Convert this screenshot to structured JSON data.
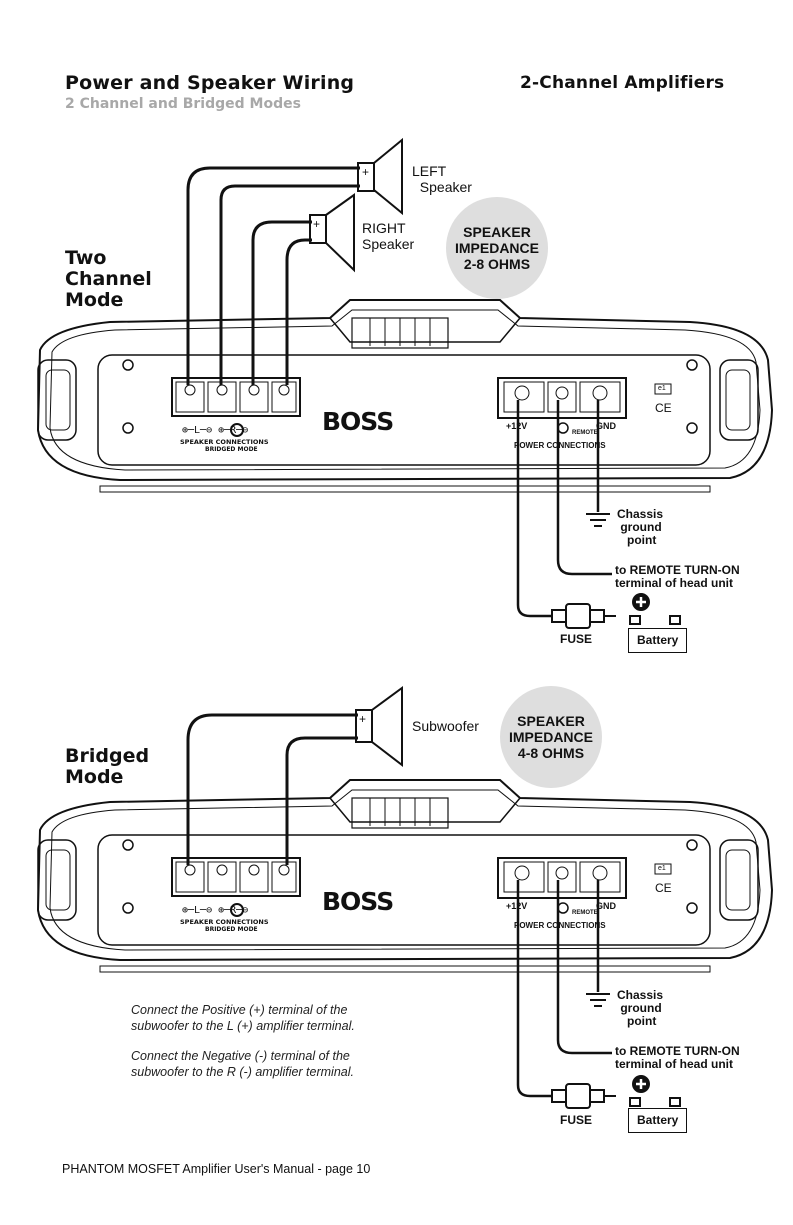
{
  "header": {
    "title": "Power and Speaker Wiring",
    "subtitle": "2 Channel and Bridged Modes",
    "right_title": "2-Channel Amplifiers"
  },
  "two_channel": {
    "mode_label": "Two\nChannel\nMode",
    "left_speaker": "LEFT\n  Speaker",
    "right_speaker": "RIGHT\nSpeaker",
    "impedance": "SPEAKER\nIMPEDANCE\n2-8 OHMS"
  },
  "bridged": {
    "mode_label": "Bridged\nMode",
    "speaker": "Subwoofer",
    "impedance": "SPEAKER\nIMPEDANCE\n4-8 OHMS",
    "note_1": "Connect the Positive (+) terminal of the\nsubwoofer to the L (+) amplifier terminal.",
    "note_2": "Connect the Negative (-) terminal of the\nsubwoofer to the R (-) amplifier terminal."
  },
  "amplifier": {
    "brand": "BOSS",
    "speaker_terminal_signs": "⊕─L─⊖  ⊕─R─⊖",
    "speaker_connections": "SPEAKER CONNECTIONS",
    "bridged_mode": "BRIDGED MODE",
    "plus12v": "+12V",
    "remote": "REMOTE",
    "gnd": "GND",
    "power_connections": "POWER CONNECTIONS",
    "cert_badge": "e1",
    "ce_mark": "CE"
  },
  "power": {
    "chassis": "Chassis\n ground\n   point",
    "remote_turn_on": "to REMOTE TURN-ON\nterminal of head unit",
    "fuse": "FUSE",
    "battery": "Battery"
  },
  "footer": "PHANTOM MOSFET Amplifier User's Manual - page 10"
}
